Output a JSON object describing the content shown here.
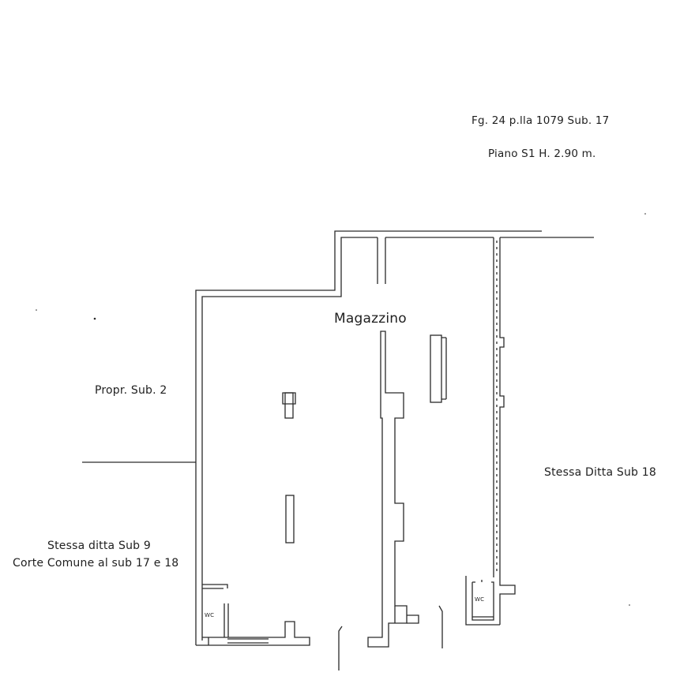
{
  "header": {
    "reference": "Fg. 24 p.lla 1079 Sub. 17",
    "floor": "Piano S1 H. 2.90 m."
  },
  "rooms": {
    "main": "Magazzino",
    "wc_left": "WC",
    "wc_right": "WC"
  },
  "neighbors": {
    "west": "Propr. Sub. 2",
    "east": "Stessa Ditta Sub 18",
    "south_west_line1": "Stessa ditta Sub 9",
    "south_west_line2": "Corte Comune al sub 17 e 18"
  },
  "colors": {
    "wall_stroke": "#2a2a2a",
    "wall_fill": "#ffffff",
    "paper": "#ffffff"
  }
}
